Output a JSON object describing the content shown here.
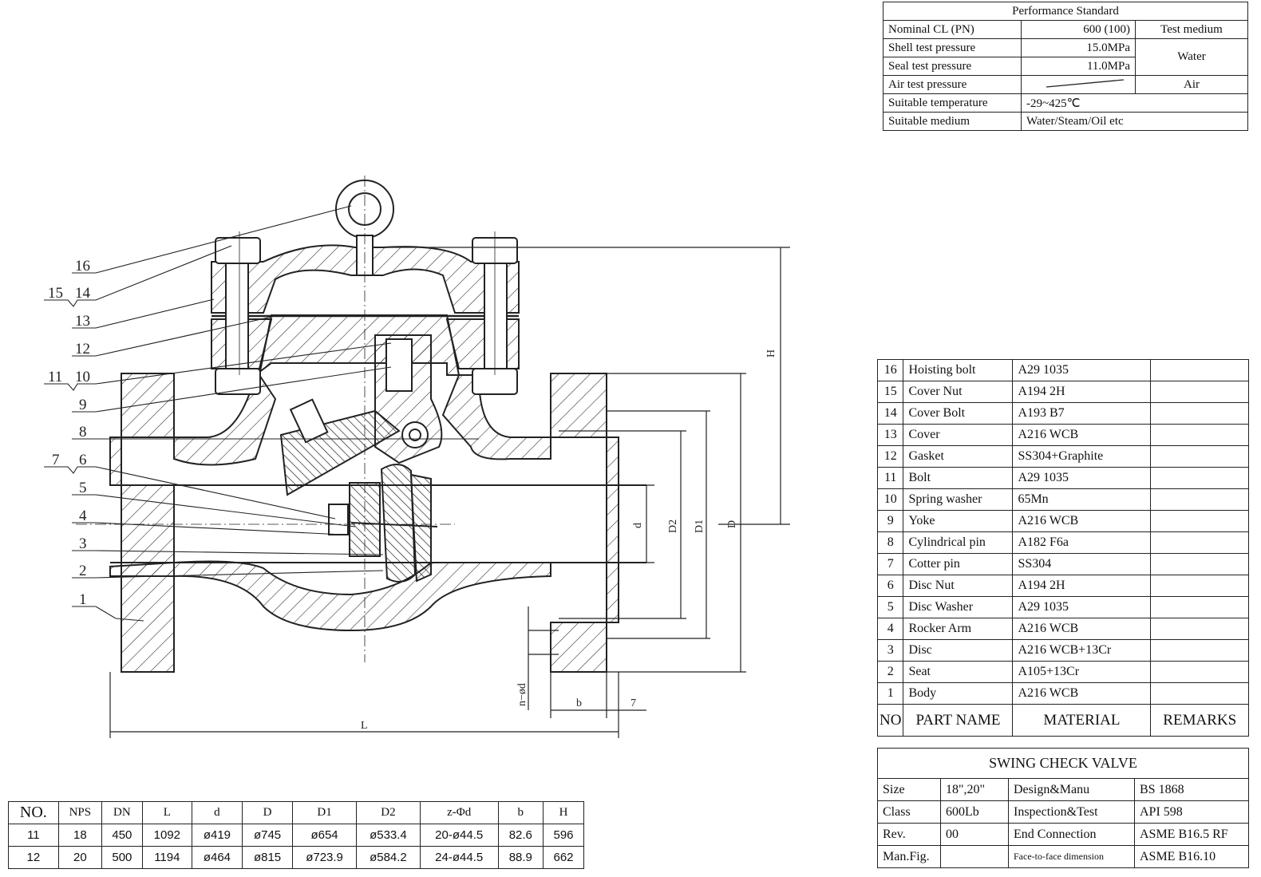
{
  "performance": {
    "title": "Performance Standard",
    "rows": [
      {
        "label": "Nominal CL (PN)",
        "value": "600 (100)",
        "medium": "Test medium"
      },
      {
        "label": "Shell test pressure",
        "value": "15.0MPa",
        "medium": "Water"
      },
      {
        "label": "Seal test pressure",
        "value": "11.0MPa"
      },
      {
        "label": "Air test pressure",
        "value": "",
        "medium": "Air"
      },
      {
        "label": "Suitable temperature",
        "value": "-29~425℃"
      },
      {
        "label": "Suitable medium",
        "value": "Water/Steam/Oil etc"
      }
    ]
  },
  "parts": {
    "rows": [
      {
        "no": "16",
        "name": "Hoisting bolt",
        "material": "A29 1035"
      },
      {
        "no": "15",
        "name": "Cover Nut",
        "material": "A194 2H"
      },
      {
        "no": "14",
        "name": "Cover Bolt",
        "material": "A193 B7"
      },
      {
        "no": "13",
        "name": "Cover",
        "material": "A216 WCB"
      },
      {
        "no": "12",
        "name": "Gasket",
        "material": "SS304+Graphite"
      },
      {
        "no": "11",
        "name": "Bolt",
        "material": "A29 1035"
      },
      {
        "no": "10",
        "name": "Spring washer",
        "material": "65Mn"
      },
      {
        "no": "9",
        "name": "Yoke",
        "material": "A216 WCB"
      },
      {
        "no": "8",
        "name": "Cylindrical pin",
        "material": "A182 F6a"
      },
      {
        "no": "7",
        "name": "Cotter pin",
        "material": "SS304"
      },
      {
        "no": "6",
        "name": "Disc Nut",
        "material": "A194 2H"
      },
      {
        "no": "5",
        "name": "Disc Washer",
        "material": "A29 1035"
      },
      {
        "no": "4",
        "name": "Rocker Arm",
        "material": "A216 WCB"
      },
      {
        "no": "3",
        "name": "Disc",
        "material": "A216 WCB+13Cr"
      },
      {
        "no": "2",
        "name": "Seat",
        "material": "A105+13Cr"
      },
      {
        "no": "1",
        "name": "Body",
        "material": "A216 WCB"
      }
    ],
    "header": {
      "no": "NO",
      "name": "PART NAME",
      "material": "MATERIAL",
      "remarks": "REMARKS"
    }
  },
  "titleblock": {
    "title": "SWING CHECK VALVE",
    "rows": [
      {
        "k": "Size",
        "v": "18\",20\"",
        "k2": "Design&Manu",
        "v2": "BS 1868"
      },
      {
        "k": "Class",
        "v": "600Lb",
        "k2": "Inspection&Test",
        "v2": "API 598"
      },
      {
        "k": "Rev.",
        "v": "00",
        "k2": "End Connection",
        "v2": "ASME B16.5 RF"
      },
      {
        "k": "Man.Fig.",
        "v": "",
        "k2": "Face-to-face dimension",
        "v2": "ASME B16.10"
      }
    ]
  },
  "dimensions": {
    "headers": [
      "NO.",
      "NPS",
      "DN",
      "L",
      "d",
      "D",
      "D1",
      "D2",
      "z-Φd",
      "b",
      "H"
    ],
    "rows": [
      [
        "11",
        "18",
        "450",
        "1092",
        "ø419",
        "ø745",
        "ø654",
        "ø533.4",
        "20-ø44.5",
        "82.6",
        "596"
      ],
      [
        "12",
        "20",
        "500",
        "1194",
        "ø464",
        "ø815",
        "ø723.9",
        "ø584.2",
        "24-ø44.5",
        "88.9",
        "662"
      ]
    ]
  },
  "drawing": {
    "callouts": [
      "16",
      "15",
      "14",
      "13",
      "12",
      "11",
      "10",
      "9",
      "8",
      "7",
      "6",
      "5",
      "4",
      "3",
      "2",
      "1"
    ],
    "dim_labels": {
      "H": "H",
      "d": "d",
      "D2": "D2",
      "D1": "D1",
      "D": "D",
      "nd": "n−ød",
      "b": "b",
      "seven": "7",
      "L": "L"
    }
  }
}
